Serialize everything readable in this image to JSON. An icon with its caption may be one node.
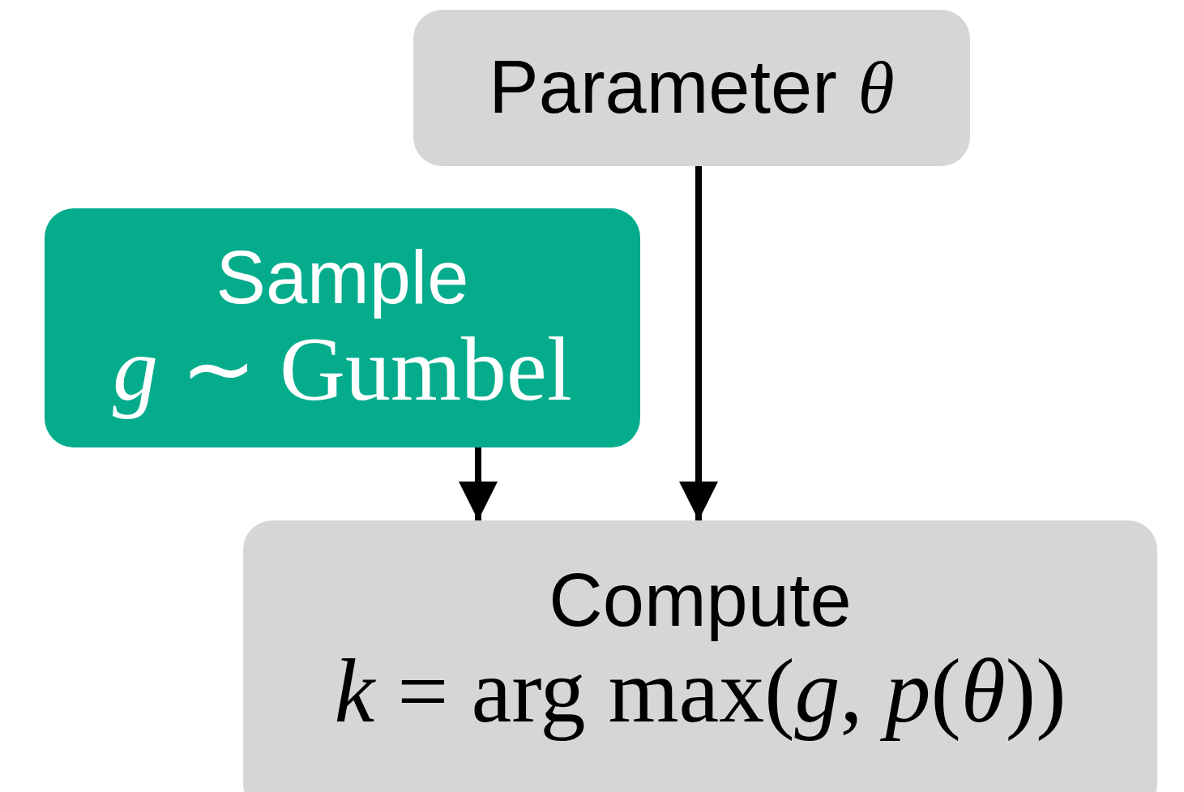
{
  "diagram": {
    "nodes": [
      {
        "text": [
          "Parameter *θ*"
        ]
      },
      {
        "text": [
          "Sample",
          "*g* ∼ Gumbel"
        ]
      },
      {
        "text": [
          "Compute",
          "*k* = arg max(*g*, *p*(*θ*))"
        ]
      }
    ],
    "edges": [
      {
        "from": 1,
        "to": 2,
        "arrow": "to"
      },
      {
        "from": 0,
        "to": 2,
        "arrow": "to"
      }
    ]
  }
}
